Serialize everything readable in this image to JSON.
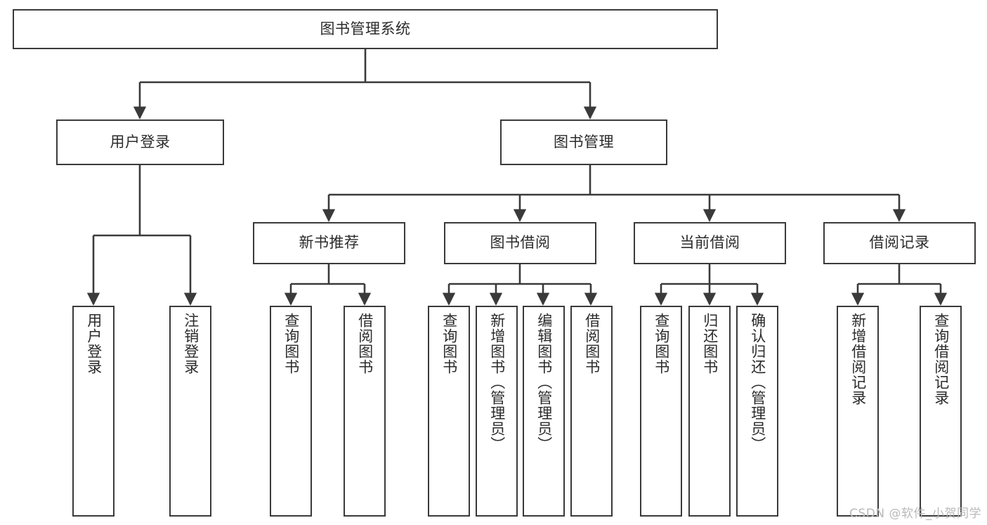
{
  "diagram": {
    "title": "图书管理系统",
    "type": "tree-hierarchy",
    "orientation": "top-down",
    "colors": {
      "stroke": "#3a3a3a",
      "fill": "#ffffff",
      "text": "#2b2b2b",
      "watermark": "#b9b9b9"
    },
    "root": {
      "id": "root",
      "label": "图书管理系统"
    },
    "level2": [
      {
        "id": "user-login",
        "label": "用户登录"
      },
      {
        "id": "book-manage",
        "label": "图书管理"
      }
    ],
    "level3": [
      {
        "id": "new-book-rec",
        "label": "新书推荐"
      },
      {
        "id": "book-borrow",
        "label": "图书借阅"
      },
      {
        "id": "current-borrow",
        "label": "当前借阅"
      },
      {
        "id": "borrow-record",
        "label": "借阅记录"
      }
    ],
    "leaves": {
      "user-login": [
        {
          "id": "leaf-user-login",
          "label": "用户登录"
        },
        {
          "id": "leaf-logout",
          "label": "注销登录"
        }
      ],
      "new-book-rec": [
        {
          "id": "leaf-query-book-1",
          "label": "查询图书"
        },
        {
          "id": "leaf-borrow-book-1",
          "label": "借阅图书"
        }
      ],
      "book-borrow": [
        {
          "id": "leaf-query-book-2",
          "label": "查询图书"
        },
        {
          "id": "leaf-add-book",
          "label": "新增图书（管理员）"
        },
        {
          "id": "leaf-edit-book",
          "label": "编辑图书（管理员）"
        },
        {
          "id": "leaf-borrow-book-2",
          "label": "借阅图书"
        }
      ],
      "current-borrow": [
        {
          "id": "leaf-query-book-3",
          "label": "查询图书"
        },
        {
          "id": "leaf-return-book",
          "label": "归还图书"
        },
        {
          "id": "leaf-confirm-return",
          "label": "确认归还（管理员）"
        }
      ],
      "borrow-record": [
        {
          "id": "leaf-add-record",
          "label": "新增借阅记录"
        },
        {
          "id": "leaf-query-record",
          "label": "查询借阅记录"
        }
      ]
    }
  },
  "watermark": {
    "text": "CSDN @软件_小贺同学"
  }
}
